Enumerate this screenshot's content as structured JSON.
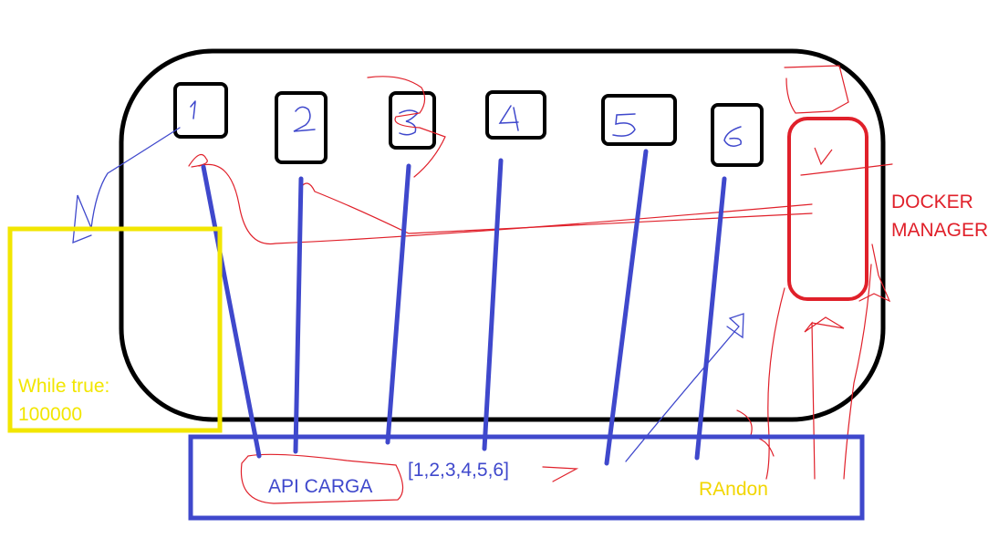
{
  "colors": {
    "outline": "#000000",
    "yellow": "#f2e600",
    "red": "#e0202a",
    "blue": "#3f48cc",
    "yellow_text": "#f2d600"
  },
  "labels": {
    "while_true_line1": "While true:",
    "while_true_line2": "100000",
    "docker_manager_line1": "DOCKER",
    "docker_manager_line2": "MANAGER",
    "api_carga": "API CARGA",
    "array": "[1,2,3,4,5,6]",
    "randon": "RAndon"
  },
  "containers": [
    "1",
    "2",
    "3",
    "4",
    "5",
    "6"
  ]
}
